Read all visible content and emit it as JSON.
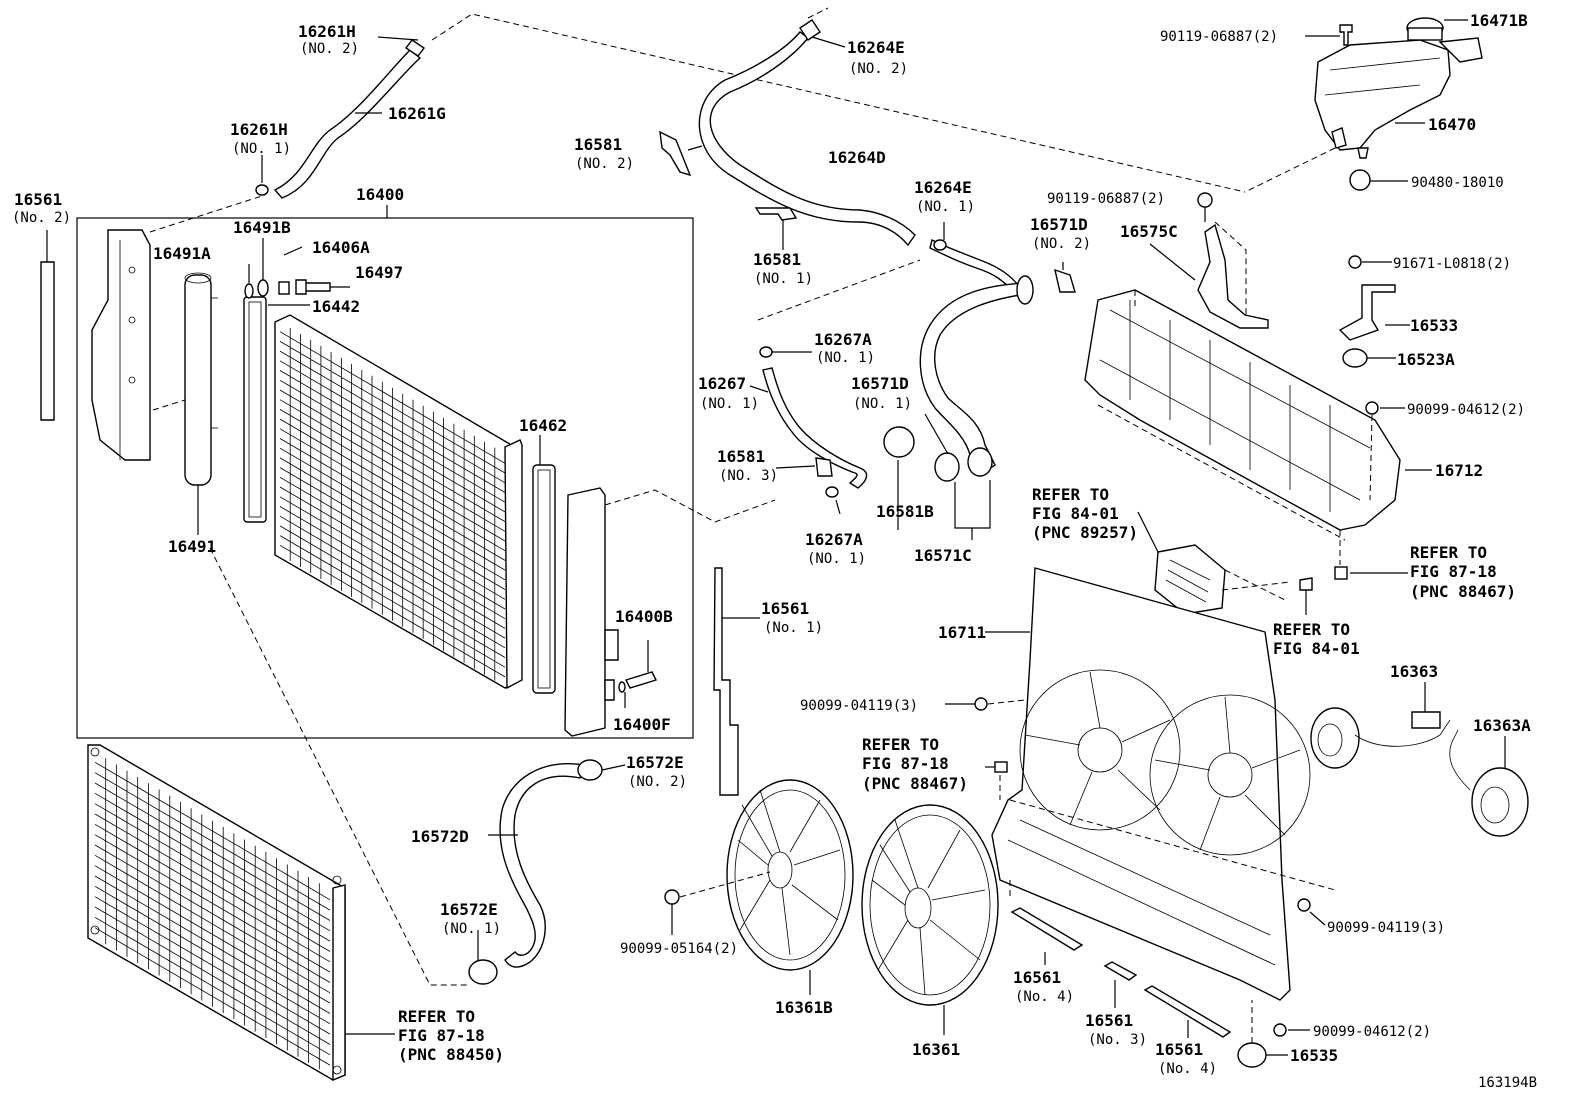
{
  "diagram_id": "163194B",
  "labels": {
    "l16261H_2": "16261H",
    "l16261H_2s": "(NO. 2)",
    "l16261G": "16261G",
    "l16261H_1": "16261H",
    "l16261H_1s": "(NO. 1)",
    "l16561_2": "16561",
    "l16561_2s": "(No. 2)",
    "l16400": "16400",
    "l16491A": "16491A",
    "l16491B": "16491B",
    "l16406A": "16406A",
    "l16497": "16497",
    "l16442": "16442",
    "l16491": "16491",
    "l16462": "16462",
    "l16400B": "16400B",
    "l16400F": "16400F",
    "l16264E_2": "16264E",
    "l16264E_2s": "(NO. 2)",
    "l16581_2": "16581",
    "l16581_2s": "(NO. 2)",
    "l16264D": "16264D",
    "l16264E_1": "16264E",
    "l16264E_1s": "(NO. 1)",
    "l16581_1": "16581",
    "l16581_1s": "(NO. 1)",
    "l16571D_2": "16571D",
    "l16571D_2s": "(NO. 2)",
    "l16267A_a": "16267A",
    "l16267A_as": "(NO. 1)",
    "l16267": "16267",
    "l16267s": "(NO. 1)",
    "l16571D_1": "16571D",
    "l16571D_1s": "(NO. 1)",
    "l16581_3": "16581",
    "l16581_3s": "(NO. 3)",
    "l16581B": "16581B",
    "l16267A_b": "16267A",
    "l16267A_bs": "(NO. 1)",
    "l16571C": "16571C",
    "l16561_1": "16561",
    "l16561_1s": "(No. 1)",
    "l16572E_2": "16572E",
    "l16572E_2s": "(NO. 2)",
    "l16572D": "16572D",
    "l16572E_1": "16572E",
    "l16572E_1s": "(NO. 1)",
    "ref1_a": "REFER TO",
    "ref1_b": "FIG 87-18",
    "ref1_c": "(PNC 88450)",
    "l90099_05164": "90099-05164(2)",
    "l16361B": "16361B",
    "l16361": "16361",
    "l90119_a": "90119-06887(2)",
    "l16471B": "16471B",
    "l16470": "16470",
    "l90480": "90480-18010",
    "l90119_b": "90119-06887(2)",
    "l16575C": "16575C",
    "l91671": "91671-L0818(2)",
    "l16533": "16533",
    "l16523A": "16523A",
    "l90099_04612a": "90099-04612(2)",
    "l16712": "16712",
    "ref2_a": "REFER TO",
    "ref2_b": "FIG 84-01",
    "ref2_c": "(PNC 89257)",
    "ref3_a": "REFER TO",
    "ref3_b": "FIG 87-18",
    "ref3_c": "(PNC 88467)",
    "ref4_a": "REFER TO",
    "ref4_b": "FIG 84-01",
    "l16711": "16711",
    "l90099_04119a": "90099-04119(3)",
    "ref5_a": "REFER TO",
    "ref5_b": "FIG 87-18",
    "ref5_c": "(PNC 88467)",
    "l16363": "16363",
    "l16363A": "16363A",
    "l90099_04119b": "90099-04119(3)",
    "l16561_4a": "16561",
    "l16561_4as": "(No. 4)",
    "l16561_3": "16561",
    "l16561_3s": "(No. 3)",
    "l16561_4b": "16561",
    "l16561_4bs": "(No. 4)",
    "l90099_04612b": "90099-04612(2)",
    "l16535": "16535"
  }
}
